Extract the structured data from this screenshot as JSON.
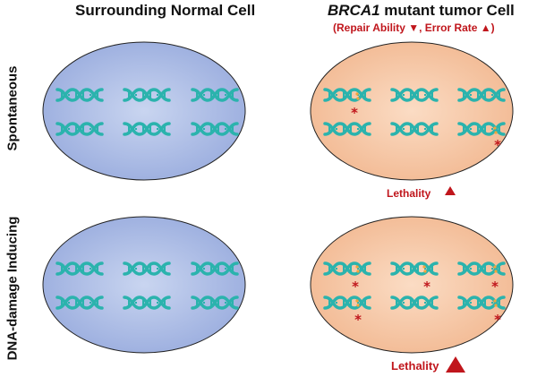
{
  "columns": {
    "normal_title": "Surrounding Normal Cell",
    "tumor_gene": "BRCA1",
    "tumor_rest": " mutant tumor Cell",
    "tumor_subtitle": "(Repair Ability ▼, Error Rate ▲)"
  },
  "rows": {
    "spontaneous": "Spontaneous",
    "damage": "DNA-damage Inducing"
  },
  "outcomes": {
    "spontaneous_label": "Lethality",
    "damage_label": "Lethality"
  },
  "colors": {
    "normal_cell": "#aebde5",
    "tumor_cell": "#f6c8a9",
    "dna": "#2bb3ad",
    "damage_mark": "#c0161c",
    "lesion_dot": "#f2a53a"
  },
  "icons": {
    "dna": "dna-double-helix-icon",
    "damage": "asterisk-damage-icon",
    "increase": "triangle-up-icon"
  }
}
